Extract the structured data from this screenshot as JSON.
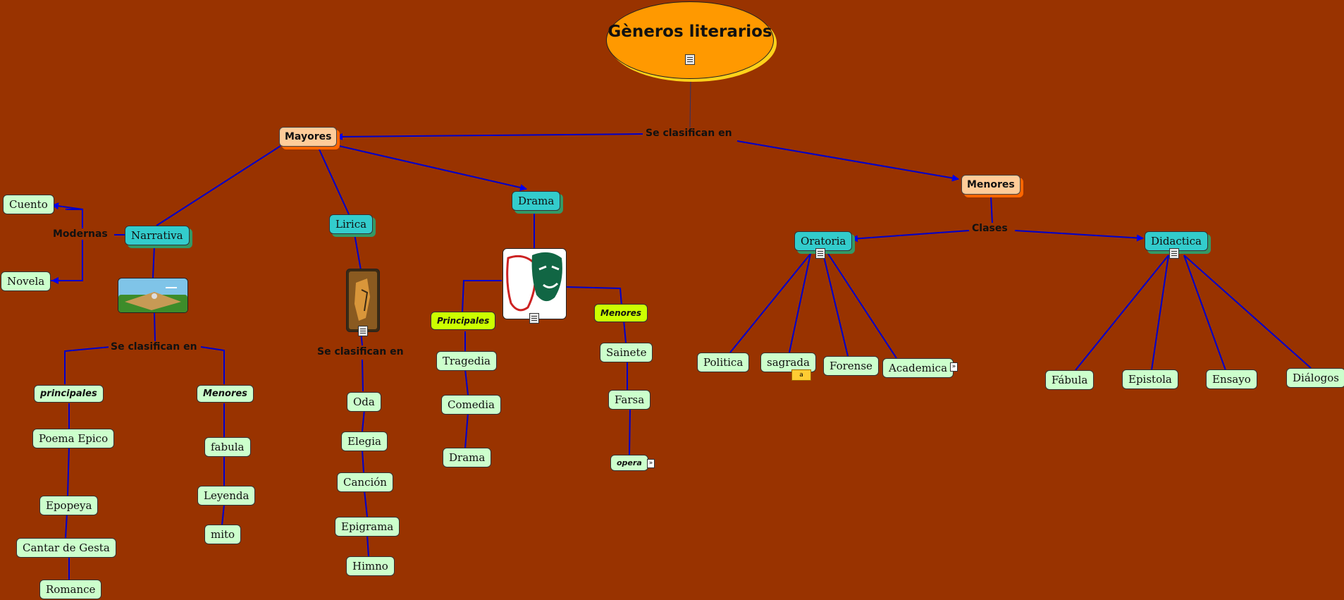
{
  "title": "Gèneros literarios",
  "links": {
    "se_clasifican_en": "Se clasifican en",
    "clases": "Clases",
    "modernas": "Modernas",
    "se_clasifican_en_narrativa": "Se clasifican  en",
    "se_clasifican_en_lirica": "Se clasifican en"
  },
  "nodes": {
    "mayores": "Mayores",
    "menores": "Menores",
    "narrativa": "Narrativa",
    "lirica": "Lirica",
    "drama": "Drama",
    "oratoria": "Oratoria",
    "didactica": "Didactica",
    "cuento": "Cuento",
    "novela": "Novela",
    "principales_narr": "principales",
    "menores_narr": "Menores",
    "poema_epico": "Poema Epico",
    "epopeya": "Epopeya",
    "cantar_de_gesta": "Cantar de Gesta",
    "romance": "Romance",
    "fabula_narr": "fabula",
    "leyenda": "Leyenda",
    "mito": "mito",
    "oda": "Oda",
    "elegia": "Elegia",
    "cancion": "Canción",
    "epigrama": "Epigrama",
    "himno": "Himno",
    "principales_drama": "Principales",
    "menores_drama": "Menores",
    "tragedia": "Tragedia",
    "comedia": "Comedia",
    "drama_sub": "Drama",
    "sainete": "Sainete",
    "farsa": "Farsa",
    "opera": "opera",
    "politica": "Politica",
    "sagrada": "sagrada",
    "forense": "Forense",
    "academica": "Academica",
    "fabula": "Fábula",
    "epistola": "Epistola",
    "ensayo": "Ensayo",
    "dialogos": "Diálogos"
  },
  "colors": {
    "background": "#993300",
    "edge": "#0000cc",
    "root_fill": "#ff9900",
    "level1_fill": "#ffcc99",
    "level2_fill": "#33cccc",
    "leaf_fill": "#ccffcc",
    "lime_fill": "#ccff00"
  },
  "icons": [
    "document-icon",
    "expand-icon",
    "note-icon"
  ]
}
